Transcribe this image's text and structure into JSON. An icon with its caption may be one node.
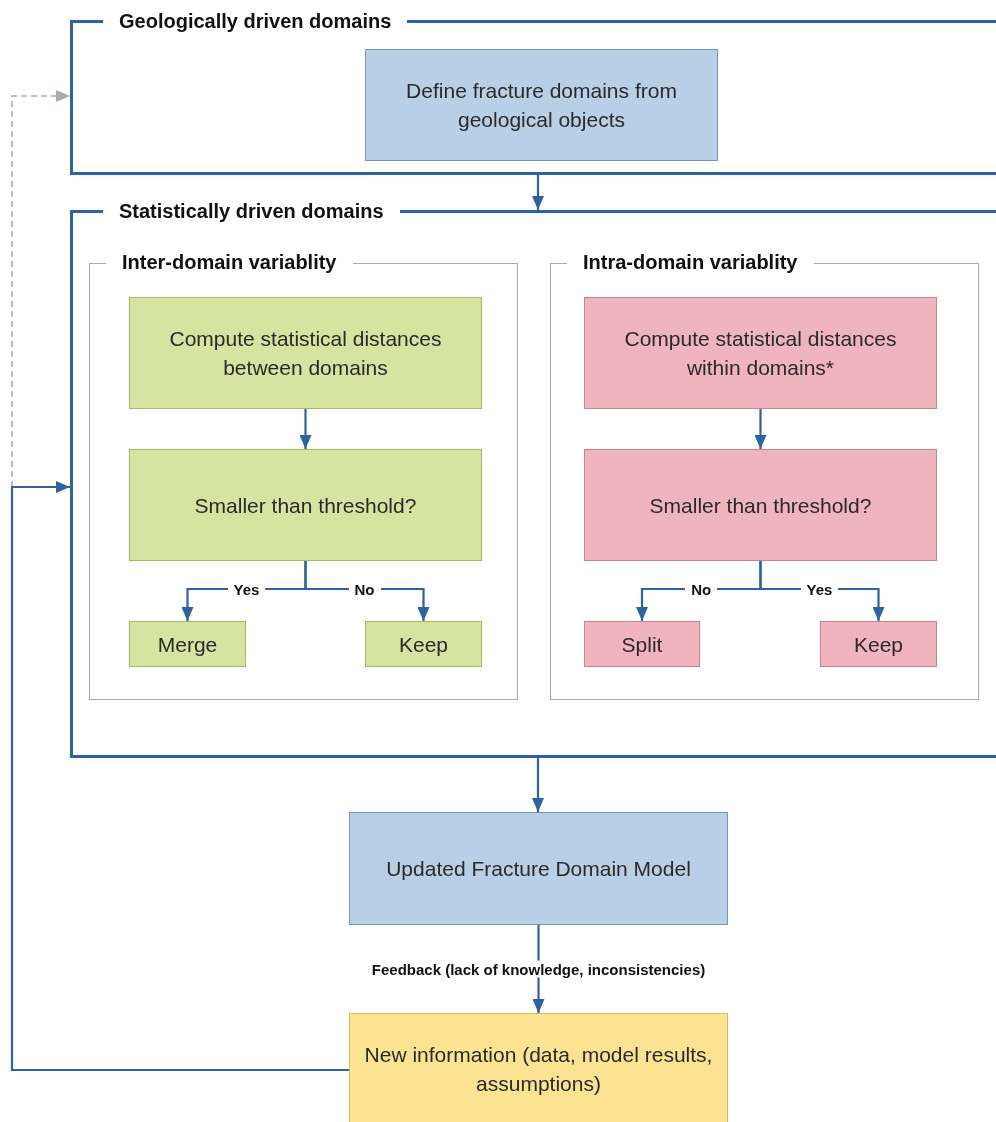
{
  "diagram": {
    "nodes": [
      {
        "text": [
          "Geologically driven domains"
        ]
      },
      {
        "text": [
          "Define fracture domains from geological objects"
        ],
        "in": 0
      },
      {
        "text": [
          "Statistically driven domains"
        ]
      },
      {
        "text": [
          "Inter-domain variablity"
        ],
        "in": 2
      },
      {
        "text": [
          "Compute statistical distances between domains"
        ],
        "in": 3
      },
      {
        "text": [
          "Smaller than threshold?"
        ],
        "in": 3
      },
      {
        "text": [
          "Merge"
        ],
        "in": 3
      },
      {
        "text": [
          "Keep"
        ],
        "in": 3
      },
      {
        "text": [
          "Intra-domain variablity"
        ],
        "in": 2
      },
      {
        "text": [
          "Compute statistical distances within domains*"
        ],
        "in": 8
      },
      {
        "text": [
          "Smaller than threshold?"
        ],
        "in": 8
      },
      {
        "text": [
          "Split"
        ],
        "in": 8
      },
      {
        "text": [
          "Keep"
        ],
        "in": 8
      },
      {
        "text": [
          "Updated Fracture Domain Model"
        ]
      },
      {
        "text": [
          "New information (data, model results, assumptions)"
        ]
      }
    ],
    "edges": [
      {
        "from": 0,
        "to": 2,
        "arrow": "to"
      },
      {
        "from": 4,
        "to": 5,
        "arrow": "to"
      },
      {
        "from": 5,
        "to": 6,
        "arrow": "to",
        "label": "Yes"
      },
      {
        "from": 5,
        "to": 7,
        "arrow": "to",
        "label": "No"
      },
      {
        "from": 9,
        "to": 10,
        "arrow": "to"
      },
      {
        "from": 10,
        "to": 11,
        "arrow": "to",
        "label": "No"
      },
      {
        "from": 10,
        "to": 12,
        "arrow": "to",
        "label": "Yes"
      },
      {
        "from": 2,
        "to": 13,
        "arrow": "to"
      },
      {
        "from": 13,
        "to": 14,
        "arrow": "to",
        "label": "Feedback (lack of knowledge, inconsistencies)"
      },
      {
        "from": 14,
        "to": 0,
        "arrow": "to",
        "style": "dashed",
        "color": "#a3abb6"
      },
      {
        "from": 14,
        "to": 2,
        "arrow": "to"
      }
    ]
  }
}
